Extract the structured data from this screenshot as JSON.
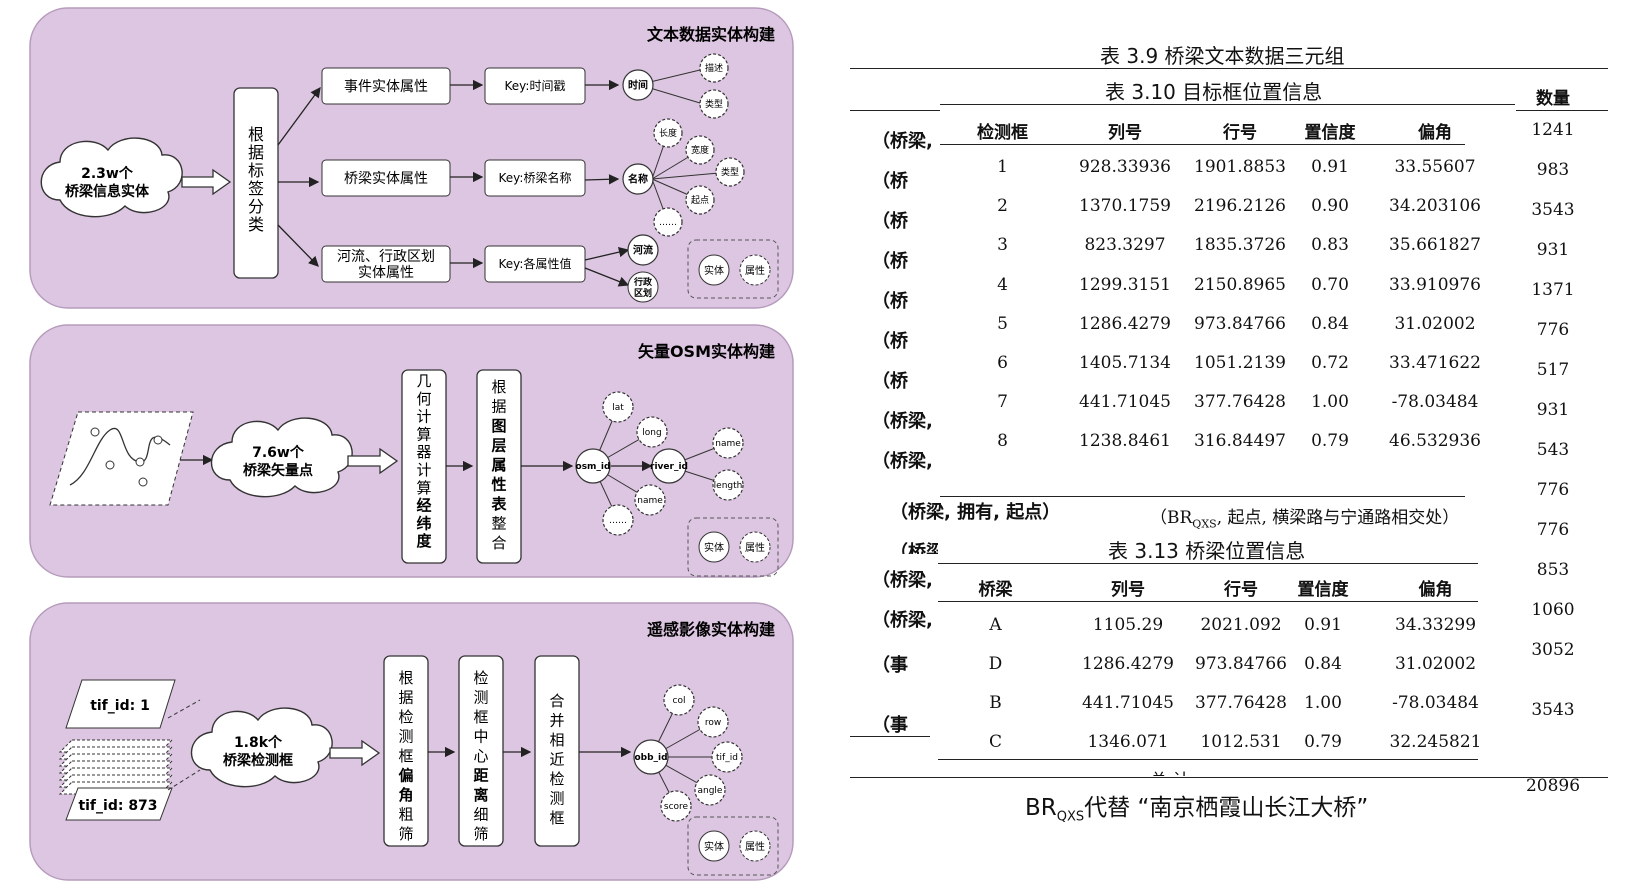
{
  "panel1": {
    "title": "文本数据实体构建",
    "source": [
      "2.3w个",
      "桥梁信息实体"
    ],
    "classifier": [
      "根",
      "据",
      "标",
      "签",
      "分",
      "类"
    ],
    "attrs": [
      {
        "label": [
          "事件实体属性"
        ],
        "key": "Key:时间戳",
        "node": "时间",
        "props": [
          "描述",
          "类型"
        ]
      },
      {
        "label": [
          "桥梁实体属性"
        ],
        "key": "Key:桥梁名称",
        "node": "名称",
        "props": [
          "长度",
          "宽度",
          "类型",
          "起点",
          "……"
        ]
      },
      {
        "label": [
          "河流、行政区划",
          "实体属性"
        ],
        "key": "Key:各属性值",
        "nodes": [
          "河流",
          "行政区划"
        ]
      }
    ],
    "legend": {
      "entity": "实体",
      "attr": "属性"
    }
  },
  "panel2": {
    "title": "矢量OSM实体构建",
    "source": [
      "7.6w个",
      "桥梁矢量点"
    ],
    "step1": [
      "几",
      "何",
      "计",
      "算",
      "器",
      "计",
      "算",
      "经",
      "纬",
      "度"
    ],
    "step2": [
      "根",
      "据",
      "图",
      "层",
      "属",
      "性",
      "表",
      "整",
      "合"
    ],
    "node_osm": "osm_id",
    "node_river": "river_id",
    "props_osm": [
      "lat",
      "long",
      "name",
      "……"
    ],
    "props_river": [
      "name",
      "length"
    ],
    "legend": {
      "entity": "实体",
      "attr": "属性"
    }
  },
  "panel3": {
    "title": "遥感影像实体构建",
    "tif_top": "tif_id: 1",
    "tif_bottom": "tif_id: 873",
    "source": [
      "1.8k个",
      "桥梁检测框"
    ],
    "step1": [
      "根",
      "据",
      "检",
      "测",
      "框",
      "偏",
      "角",
      "粗",
      "筛"
    ],
    "step2": [
      "检",
      "测",
      "框",
      "中",
      "心",
      "距",
      "离",
      "细",
      "筛"
    ],
    "step3": [
      "合",
      "并",
      "相",
      "近",
      "检",
      "测",
      "框"
    ],
    "node": "obb_id",
    "props": [
      "col",
      "row",
      "tif_id",
      "angle",
      "score"
    ],
    "legend": {
      "entity": "实体",
      "attr": "属性"
    }
  },
  "table39": {
    "title": "表 3.9  桥梁文本数据三元组",
    "count_header": "数量",
    "counts": [
      "1241",
      "983",
      "3543",
      "931",
      "1371",
      "776",
      "517",
      "931",
      "543",
      "776",
      "776",
      "853",
      "1060",
      "3052",
      "3543",
      "20896"
    ],
    "left_visible": [
      "（桥梁,",
      "（桥",
      "（桥",
      "（桥",
      "（桥",
      "（桥",
      "（桥",
      "（桥梁,",
      "（桥梁,"
    ],
    "row_full1": "（桥梁, 拥有, 起点）",
    "row_full1_val": "（BR",
    "row_full1_sub": "QXS",
    "row_full1_rest": ", 起点, 横梁路与宁通路相交处）",
    "row_full2": "（桥梁, 拥有, 终点）",
    "left_lower": [
      "（桥梁,",
      "（桥梁,",
      "（事",
      "（事"
    ],
    "total_label": "总 计",
    "note_pre": "BR",
    "note_sub": "QXS",
    "note_post": "代替 “南京栖霞山长江大桥”"
  },
  "table310": {
    "title": "表 3.10  目标框位置信息",
    "headers": [
      "检测框",
      "列号",
      "行号",
      "置信度",
      "偏角"
    ],
    "rows": [
      [
        "1",
        "928.33936",
        "1901.8853",
        "0.91",
        "33.55607"
      ],
      [
        "2",
        "1370.1759",
        "2196.2126",
        "0.90",
        "34.203106"
      ],
      [
        "3",
        "823.3297",
        "1835.3726",
        "0.83",
        "35.661827"
      ],
      [
        "4",
        "1299.3151",
        "2150.8965",
        "0.70",
        "33.910976"
      ],
      [
        "5",
        "1286.4279",
        "973.84766",
        "0.84",
        "31.02002"
      ],
      [
        "6",
        "1405.7134",
        "1051.2139",
        "0.72",
        "33.471622"
      ],
      [
        "7",
        "441.71045",
        "377.76428",
        "1.00",
        "-78.03484"
      ],
      [
        "8",
        "1238.8461",
        "316.84497",
        "0.79",
        "46.532936"
      ]
    ]
  },
  "table313": {
    "title": "表 3.13  桥梁位置信息",
    "headers": [
      "桥梁",
      "列号",
      "行号",
      "置信度",
      "偏角"
    ],
    "rows": [
      [
        "A",
        "1105.29",
        "2021.092",
        "0.91",
        "34.33299"
      ],
      [
        "D",
        "1286.4279",
        "973.84766",
        "0.84",
        "31.02002"
      ],
      [
        "B",
        "441.71045",
        "377.76428",
        "1.00",
        "-78.03484"
      ],
      [
        "C",
        "1346.071",
        "1012.531",
        "0.79",
        "32.245821"
      ]
    ]
  }
}
